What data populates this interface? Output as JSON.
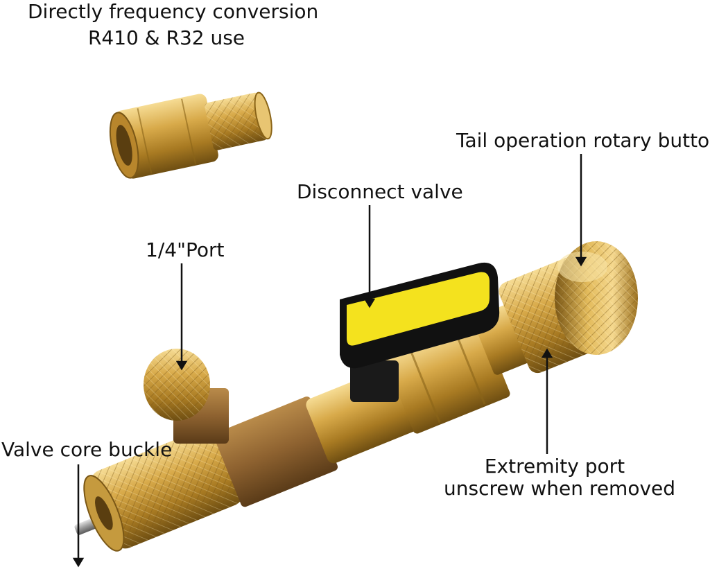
{
  "labels": {
    "conversion_line1": "Directly frequency conversion",
    "conversion_line2": "R410 & R32 use",
    "tail_button": "Tail operation rotary button",
    "disconnect_valve": "Disconnect valve",
    "quarter_port": "1/4\"Port",
    "valve_core_buckle": "Valve core buckle",
    "extremity_line1": "Extremity port",
    "extremity_line2": "unscrew when removed"
  },
  "colors": {
    "brass": "#c9a042",
    "brass_light": "#f2d58a",
    "brass_dark": "#8a6418",
    "handle_yellow": "#f4e21e",
    "handle_black": "#111111"
  }
}
